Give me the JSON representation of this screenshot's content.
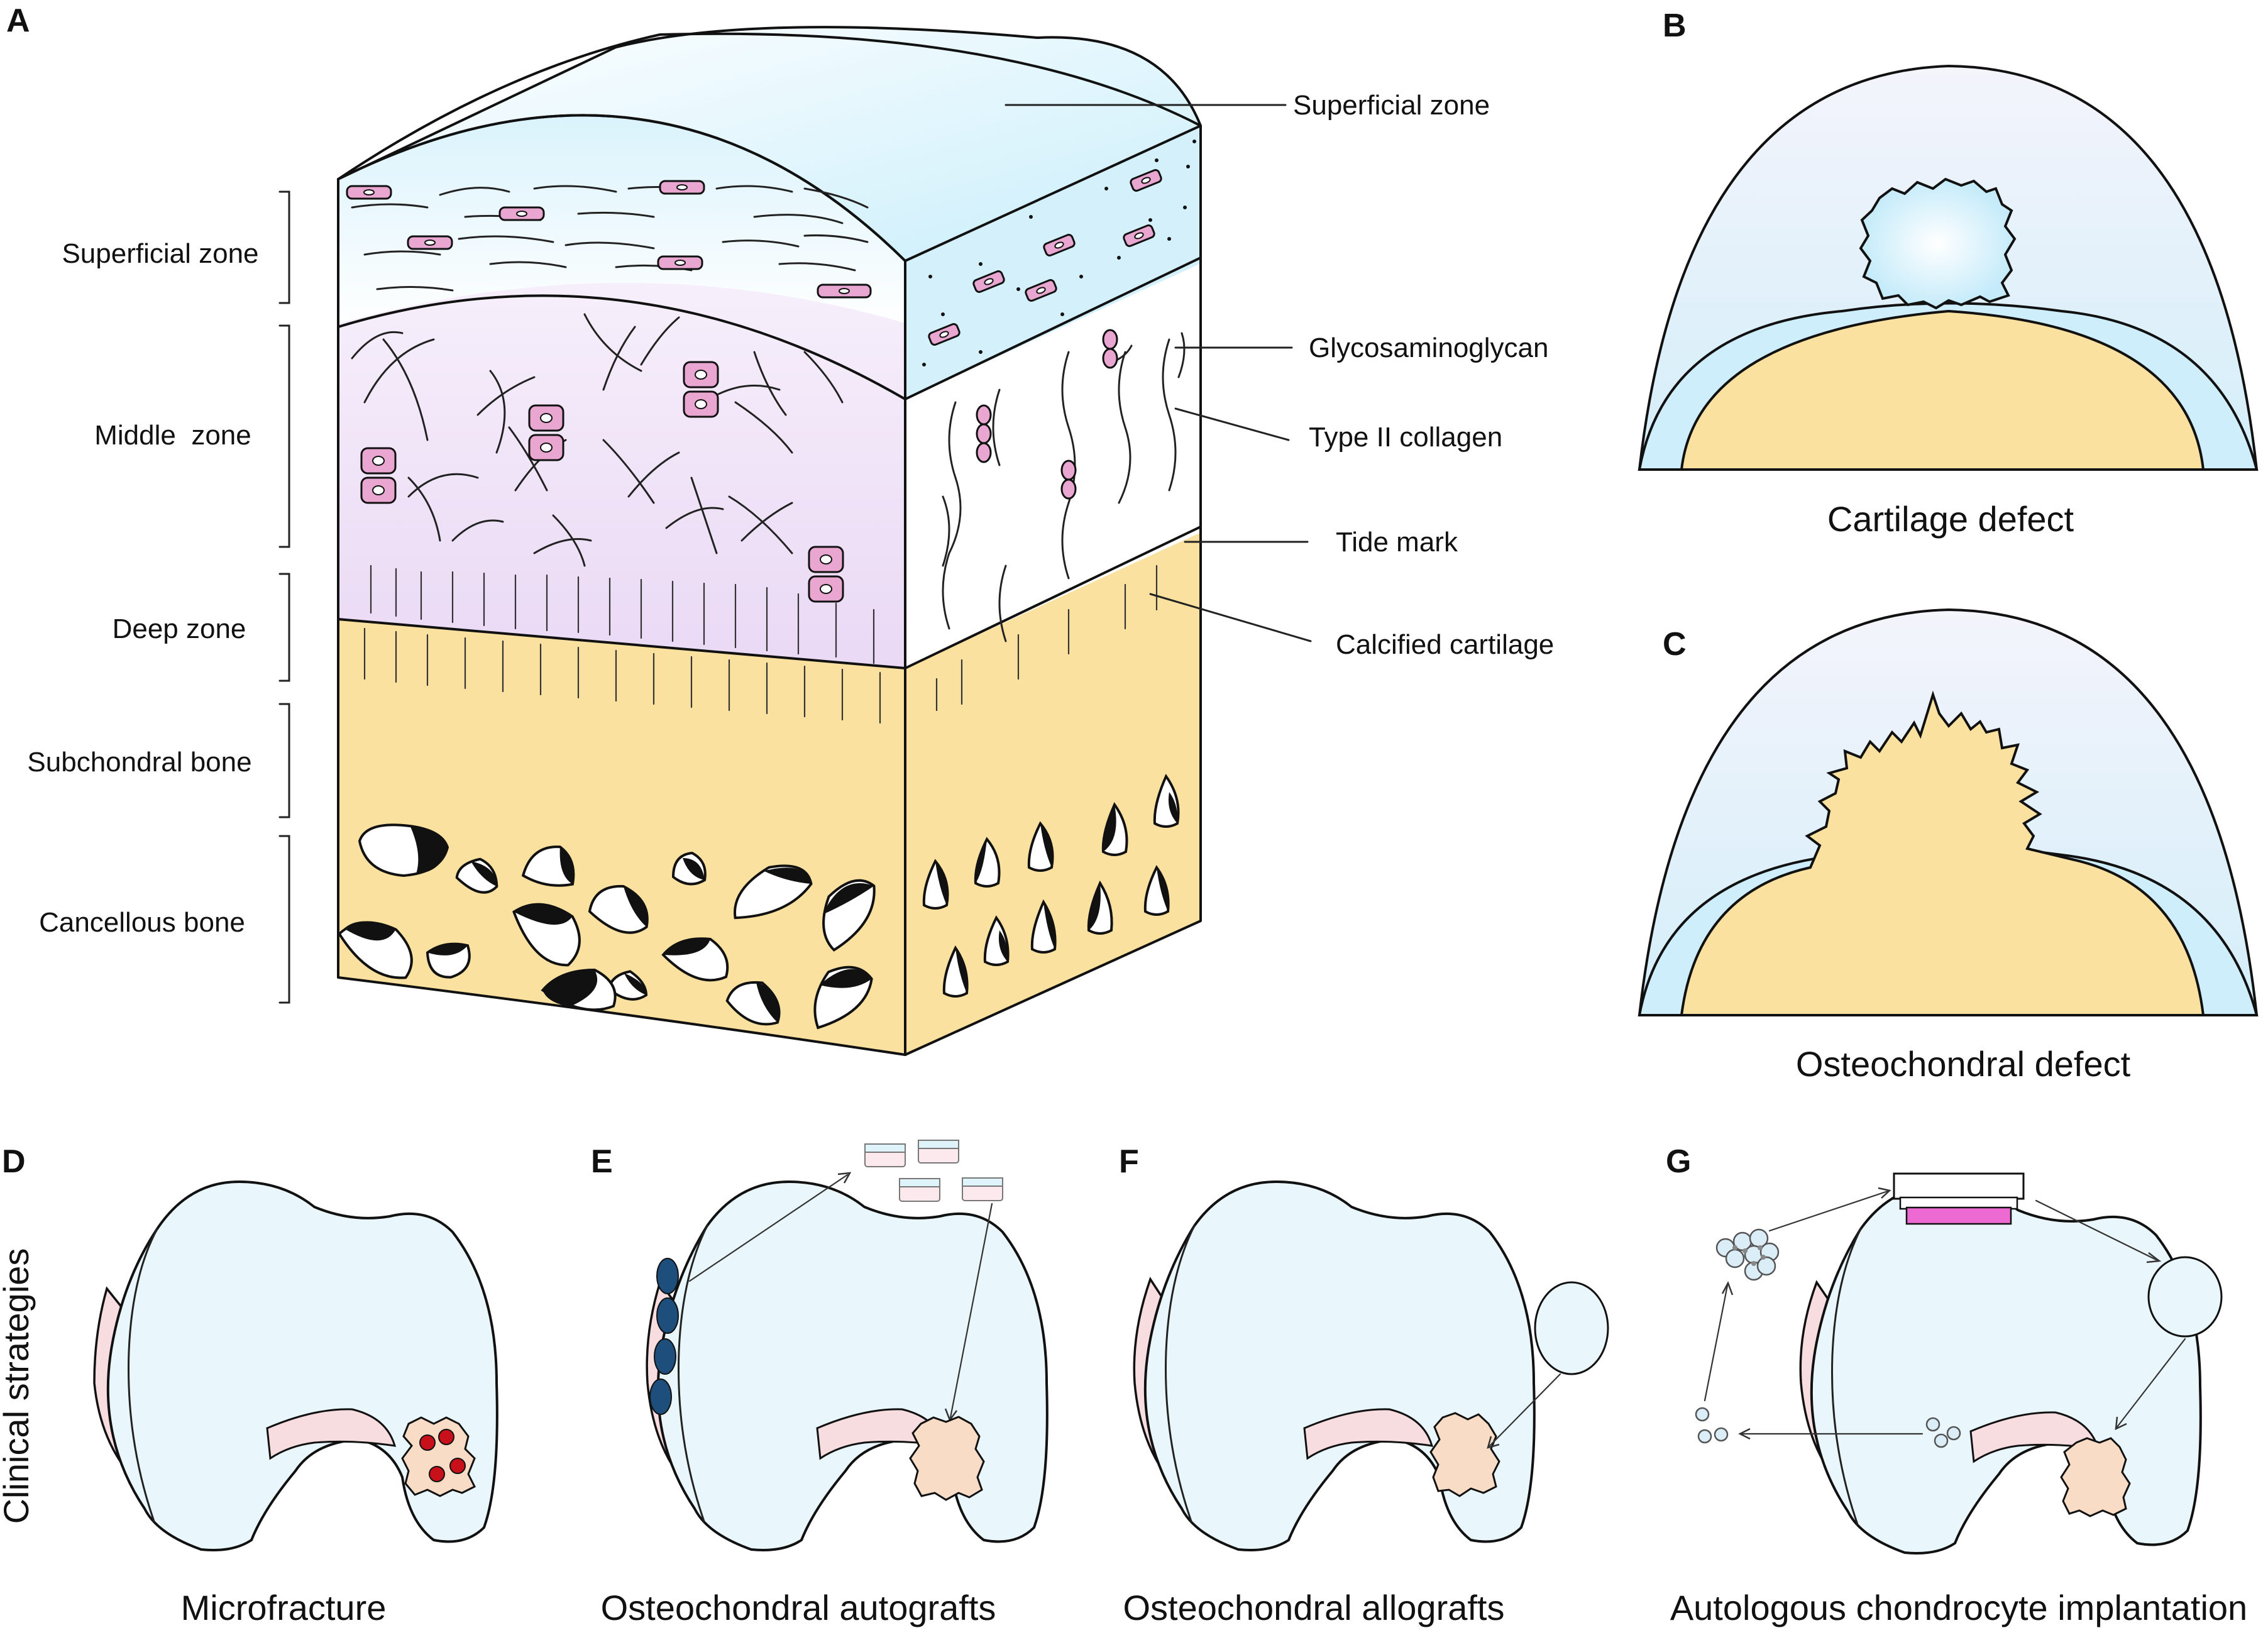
{
  "colors": {
    "cartilage_blue": "#d4f1fb",
    "cartilage_light": "#eaf8fd",
    "middle_purple": "#f0e4f7",
    "bone_yellow": "#fbe1a0",
    "cell_pink": "#e8a6d1",
    "joint_blue": "#e9f7fd",
    "joint_pink": "#f8dde0",
    "defect_peach": "#f9dcc6",
    "microfracture_red": "#c8101a",
    "autograft_navy": "#1e4f7c",
    "culture_magenta": "#ec6ad2"
  },
  "panel_a": {
    "letter": "A",
    "zones": [
      "Superficial zone",
      "Middle  zone",
      "Deep zone",
      "Subchondral bone",
      "Cancellous bone"
    ],
    "callouts": [
      "Superficial zone",
      "Glycosaminoglycan",
      "Type II collagen",
      "Tide mark",
      "Calcified cartilage"
    ]
  },
  "panel_b": {
    "letter": "B",
    "caption": "Cartilage defect"
  },
  "panel_c": {
    "letter": "C",
    "caption": "Osteochondral defect"
  },
  "side_label": "Clinical strategies",
  "panel_d": {
    "letter": "D",
    "caption": "Microfracture"
  },
  "panel_e": {
    "letter": "E",
    "caption": "Osteochondral autografts"
  },
  "panel_f": {
    "letter": "F",
    "caption": "Osteochondral allografts"
  },
  "panel_g": {
    "letter": "G",
    "caption": "Autologous chondrocyte implantation"
  }
}
